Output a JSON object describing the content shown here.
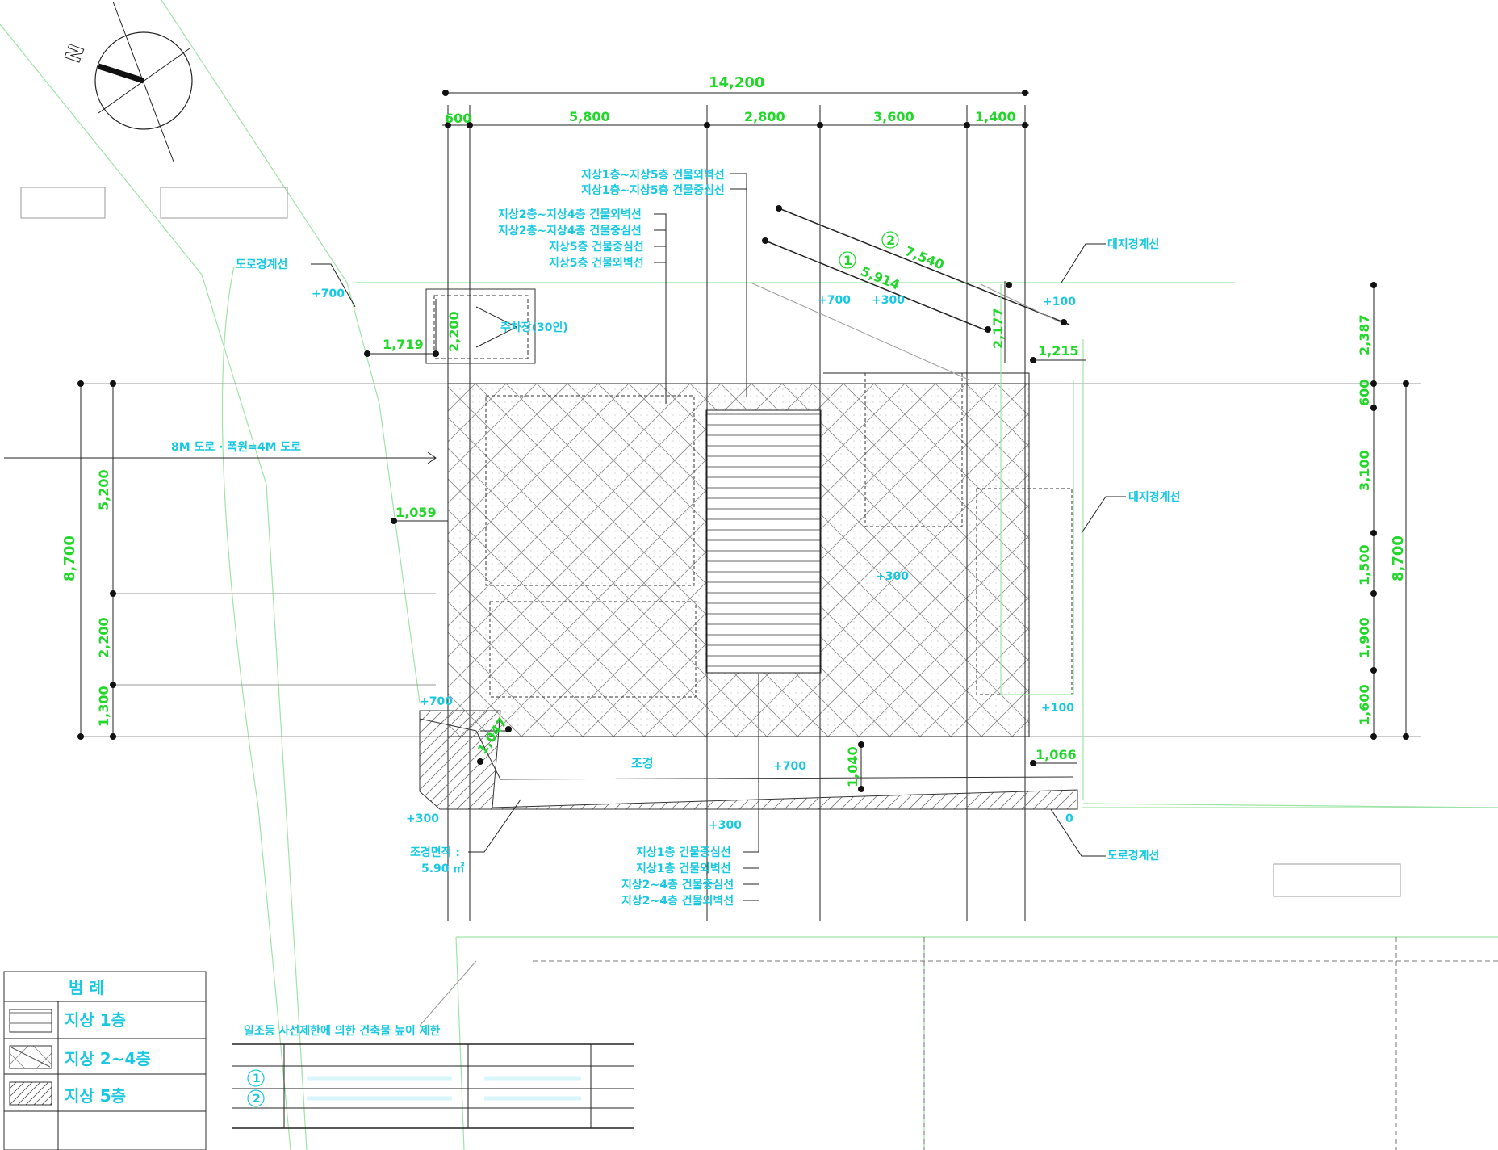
{
  "north_label": "N",
  "dims_top": {
    "overall": "14,200",
    "segments": [
      "600",
      "5,800",
      "2,800",
      "3,600",
      "1,400"
    ]
  },
  "dims_left": {
    "overall": "8,700",
    "segments": [
      "5,200",
      "2,200",
      "1,300"
    ]
  },
  "dims_right": {
    "overall": "8,700",
    "segments": [
      "2,387",
      "600",
      "3,100",
      "1,500",
      "1,900",
      "1,600"
    ]
  },
  "dims_misc": {
    "d1719": "1,719",
    "d2200": "2,200",
    "d1059": "1,059",
    "d1047": "1,047",
    "d1040": "1,040",
    "d1066": "1,066",
    "d1215": "1,215",
    "d2177": "2,177",
    "d5914": "5,914",
    "d7540": "7,540",
    "c1": "1",
    "c2": "2"
  },
  "levels": {
    "l1": "+700",
    "l2": "+700",
    "l3": "+300",
    "l4": "+100",
    "l5": "+700",
    "l6": "+100",
    "l7": "+300",
    "l8": "+700",
    "l9": "+300",
    "l10": "0",
    "l11": "+300"
  },
  "labels": {
    "road_boundary_top": "도로경계선",
    "site_boundary_top": "대지경계선",
    "site_boundary_right": "대지경계선",
    "road_boundary_bottom": "도로경계선",
    "parking": "주차장(30인)",
    "landscape": "조경",
    "road_note": "8M 도로 · 폭원=4M 도로",
    "landscape_area_1": "조경면적 :",
    "landscape_area_2": "5.90 ㎡",
    "top_notes": [
      "지상1층~지상5층 건물외벽선",
      "지상1층~지상5층 건물중심선"
    ],
    "mid_notes": [
      "지상2층~지상4층 건물외벽선",
      "지상2층~지상4층 건물중심선",
      "지상5층 건물중심선",
      "지상5층 건물외벽선"
    ],
    "bottom_notes": [
      "지상1층 건물중심선",
      "지상1층 건물외벽선",
      "지상2~4층 건물중심선",
      "지상2~4층 건물외벽선"
    ],
    "height_table_title": "일조등 사선제한에 의한 건축물 높이 제한"
  },
  "legend": {
    "title": "범   례",
    "items": [
      "지상 1층",
      "지상 2~4층",
      "지상 5층"
    ]
  },
  "colors": {
    "dimension_text": "#22d62a",
    "annotation_text": "#18c8e0",
    "boundary_line": "#9fe3a5",
    "line": "#222222"
  }
}
